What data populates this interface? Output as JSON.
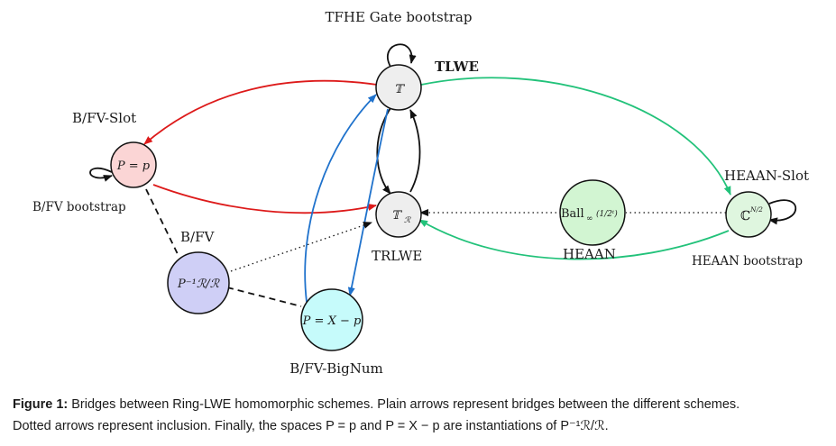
{
  "labels": {
    "tfhe_gate_bootstrap": "TFHE Gate bootstrap",
    "tlwe": "TLWE",
    "bfv_slot": "B/FV-Slot",
    "bfv_bootstrap": "B/FV bootstrap",
    "bfv": "B/FV",
    "trlwe": "TRLWE",
    "heaan": "HEAAN",
    "heaan_slot": "HEAAN-Slot",
    "heaan_bootstrap": "HEAAN bootstrap",
    "bfv_bignum": "B/FV-BigNum"
  },
  "nodes": {
    "tlwe": {
      "text": "𝕋",
      "fill": "#eeeeee"
    },
    "trlwe": {
      "text": "𝕋",
      "sub": "ℛ",
      "fill": "#eeeeee"
    },
    "bfv_slot": {
      "text": "P = p",
      "fill": "#fbd5d5"
    },
    "bfv": {
      "text": "P⁻¹ℛ/ℛ",
      "fill": "#cfcff6"
    },
    "bfv_bignum": {
      "text": "P = X − p",
      "fill": "#c6fbfb"
    },
    "heaan": {
      "text": "Ball",
      "sub": "∞",
      "frac": "(1/2ᵗ)",
      "fill": "#d2f5d2"
    },
    "heaan_slot": {
      "text": "ℂ",
      "sup": "N/2",
      "fill": "#dff6df"
    }
  },
  "colors": {
    "red": "#dd1a1a",
    "green": "#22c27a",
    "blue": "#1f72cc",
    "black": "#111111"
  },
  "caption": {
    "figure_label": "Figure 1:",
    "line1": " Bridges between Ring-LWE homomorphic schemes. Plain arrows represent bridges between the different schemes.",
    "line2": "Dotted arrows represent inclusion. Finally, the spaces P = p and P = X − p are instantiations of P⁻¹ℛ/ℛ."
  }
}
